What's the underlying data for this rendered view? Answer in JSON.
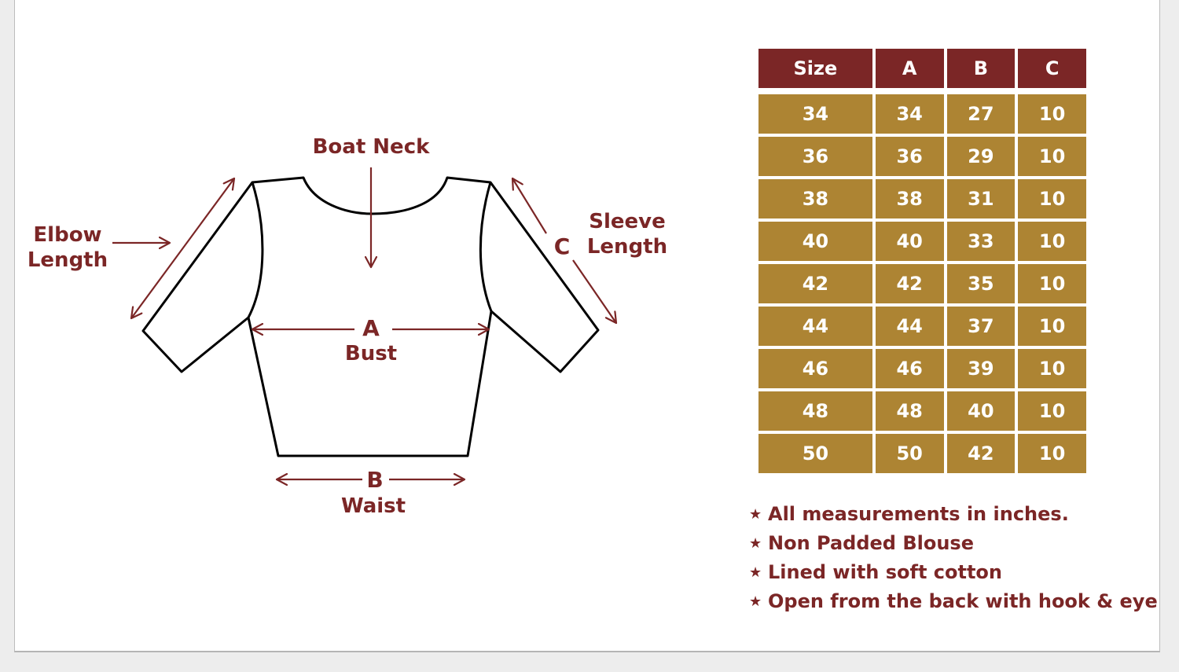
{
  "diagram": {
    "labels": {
      "boat_neck": "Boat Neck",
      "elbow": "Elbow",
      "elbow_length": "Length",
      "sleeve": "Sleeve",
      "sleeve_length": "Length",
      "c_marker": "C",
      "a_marker": "A",
      "bust": "Bust",
      "b_marker": "B",
      "waist": "Waist"
    },
    "line_color": "#7b2626",
    "outline_color": "#000000"
  },
  "size_table": {
    "header_color": "#7b2626",
    "cell_color": "#ad8433",
    "headers": [
      "Size",
      "A",
      "B",
      "C"
    ],
    "rows": [
      [
        "34",
        "34",
        "27",
        "10"
      ],
      [
        "36",
        "36",
        "29",
        "10"
      ],
      [
        "38",
        "38",
        "31",
        "10"
      ],
      [
        "40",
        "40",
        "33",
        "10"
      ],
      [
        "42",
        "42",
        "35",
        "10"
      ],
      [
        "44",
        "44",
        "37",
        "10"
      ],
      [
        "46",
        "46",
        "39",
        "10"
      ],
      [
        "48",
        "48",
        "40",
        "10"
      ],
      [
        "50",
        "50",
        "42",
        "10"
      ]
    ]
  },
  "notes": [
    "All measurements in inches.",
    "Non Padded Blouse",
    "Lined with soft cotton",
    "Open from the back with hook & eye"
  ]
}
